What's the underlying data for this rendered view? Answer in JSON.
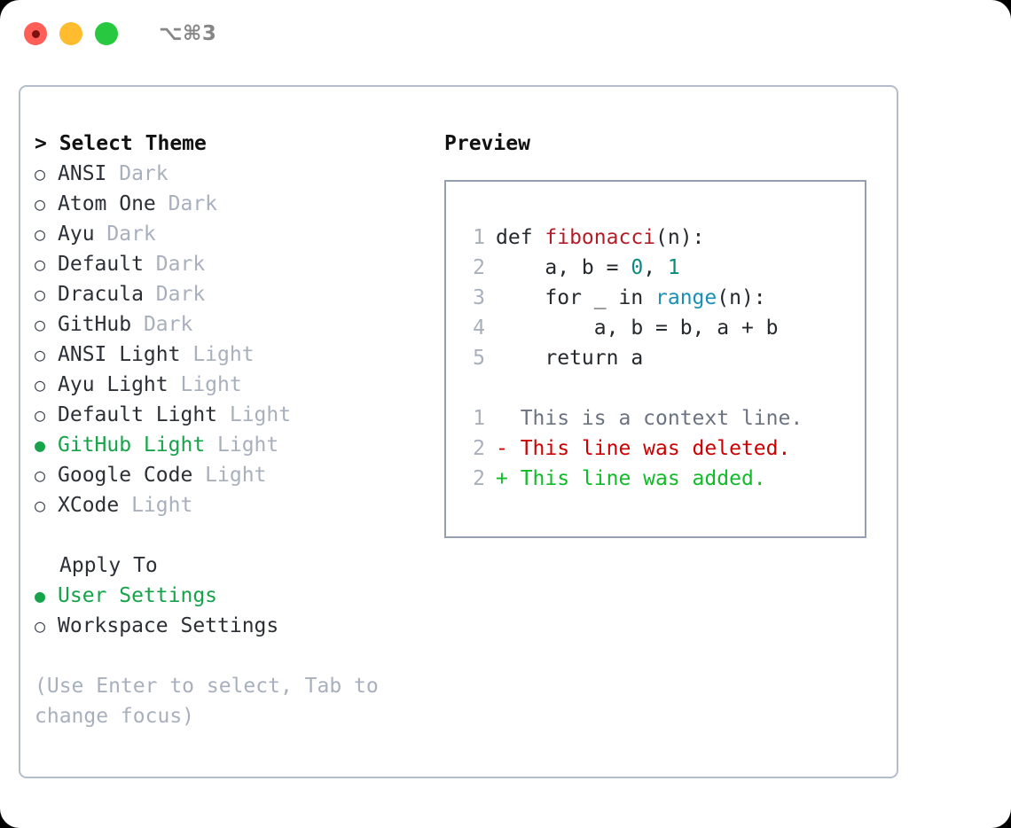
{
  "titlebar": {
    "lights": [
      {
        "name": "close-button",
        "color": "#ff5f57",
        "recording": true
      },
      {
        "name": "minimize-button",
        "color": "#febc2e",
        "recording": false
      },
      {
        "name": "maximize-button",
        "color": "#28c840",
        "recording": false
      }
    ],
    "shortcut": "⌥⌘3"
  },
  "theme_panel": {
    "header": "> Select Theme",
    "markers": {
      "selected": "●",
      "unselected": "○"
    },
    "accent_color": "#16a34a",
    "options": [
      {
        "marker": "○",
        "label": "ANSI",
        "suffix": " Dark",
        "selected": false
      },
      {
        "marker": "○",
        "label": "Atom One",
        "suffix": " Dark",
        "selected": false
      },
      {
        "marker": "○",
        "label": "Ayu",
        "suffix": " Dark",
        "selected": false
      },
      {
        "marker": "○",
        "label": "Default",
        "suffix": " Dark",
        "selected": false
      },
      {
        "marker": "○",
        "label": "Dracula",
        "suffix": " Dark",
        "selected": false
      },
      {
        "marker": "○",
        "label": "GitHub",
        "suffix": " Dark",
        "selected": false
      },
      {
        "marker": "○",
        "label": "ANSI Light",
        "suffix": " Light",
        "selected": false
      },
      {
        "marker": "○",
        "label": "Ayu Light",
        "suffix": " Light",
        "selected": false
      },
      {
        "marker": "○",
        "label": "Default Light",
        "suffix": " Light",
        "selected": false
      },
      {
        "marker": "●",
        "label": "GitHub Light",
        "suffix": " Light",
        "selected": true
      },
      {
        "marker": "○",
        "label": "Google Code",
        "suffix": " Light",
        "selected": false
      },
      {
        "marker": "○",
        "label": "XCode",
        "suffix": " Light",
        "selected": false
      }
    ]
  },
  "apply_to": {
    "header": "Apply To",
    "options": [
      {
        "marker": "●",
        "label": "User Settings",
        "selected": true
      },
      {
        "marker": "○",
        "label": "Workspace Settings",
        "selected": false
      }
    ]
  },
  "hint": "(Use Enter to select, Tab to change focus)",
  "preview": {
    "title": "Preview",
    "code_lines": [
      {
        "no": "1",
        "tokens": [
          {
            "t": "def ",
            "c": "plain"
          },
          {
            "t": "fibonacci",
            "c": "fn"
          },
          {
            "t": "(n):",
            "c": "plain"
          }
        ]
      },
      {
        "no": "2",
        "tokens": [
          {
            "t": "    a, b = ",
            "c": "plain"
          },
          {
            "t": "0",
            "c": "num"
          },
          {
            "t": ", ",
            "c": "plain"
          },
          {
            "t": "1",
            "c": "num"
          }
        ]
      },
      {
        "no": "3",
        "tokens": [
          {
            "t": "    for _ in ",
            "c": "plain"
          },
          {
            "t": "range",
            "c": "call"
          },
          {
            "t": "(n):",
            "c": "plain"
          }
        ]
      },
      {
        "no": "4",
        "tokens": [
          {
            "t": "        a, b = b, a + b",
            "c": "plain"
          }
        ]
      },
      {
        "no": "5",
        "tokens": [
          {
            "t": "    return a",
            "c": "plain"
          }
        ]
      }
    ],
    "diff_lines": [
      {
        "no": "1",
        "text": "  This is a context line.",
        "kind": "ctx"
      },
      {
        "no": "2",
        "text": "- This line was deleted.",
        "kind": "del"
      },
      {
        "no": "2",
        "text": "+ This line was added.",
        "kind": "add"
      }
    ]
  }
}
